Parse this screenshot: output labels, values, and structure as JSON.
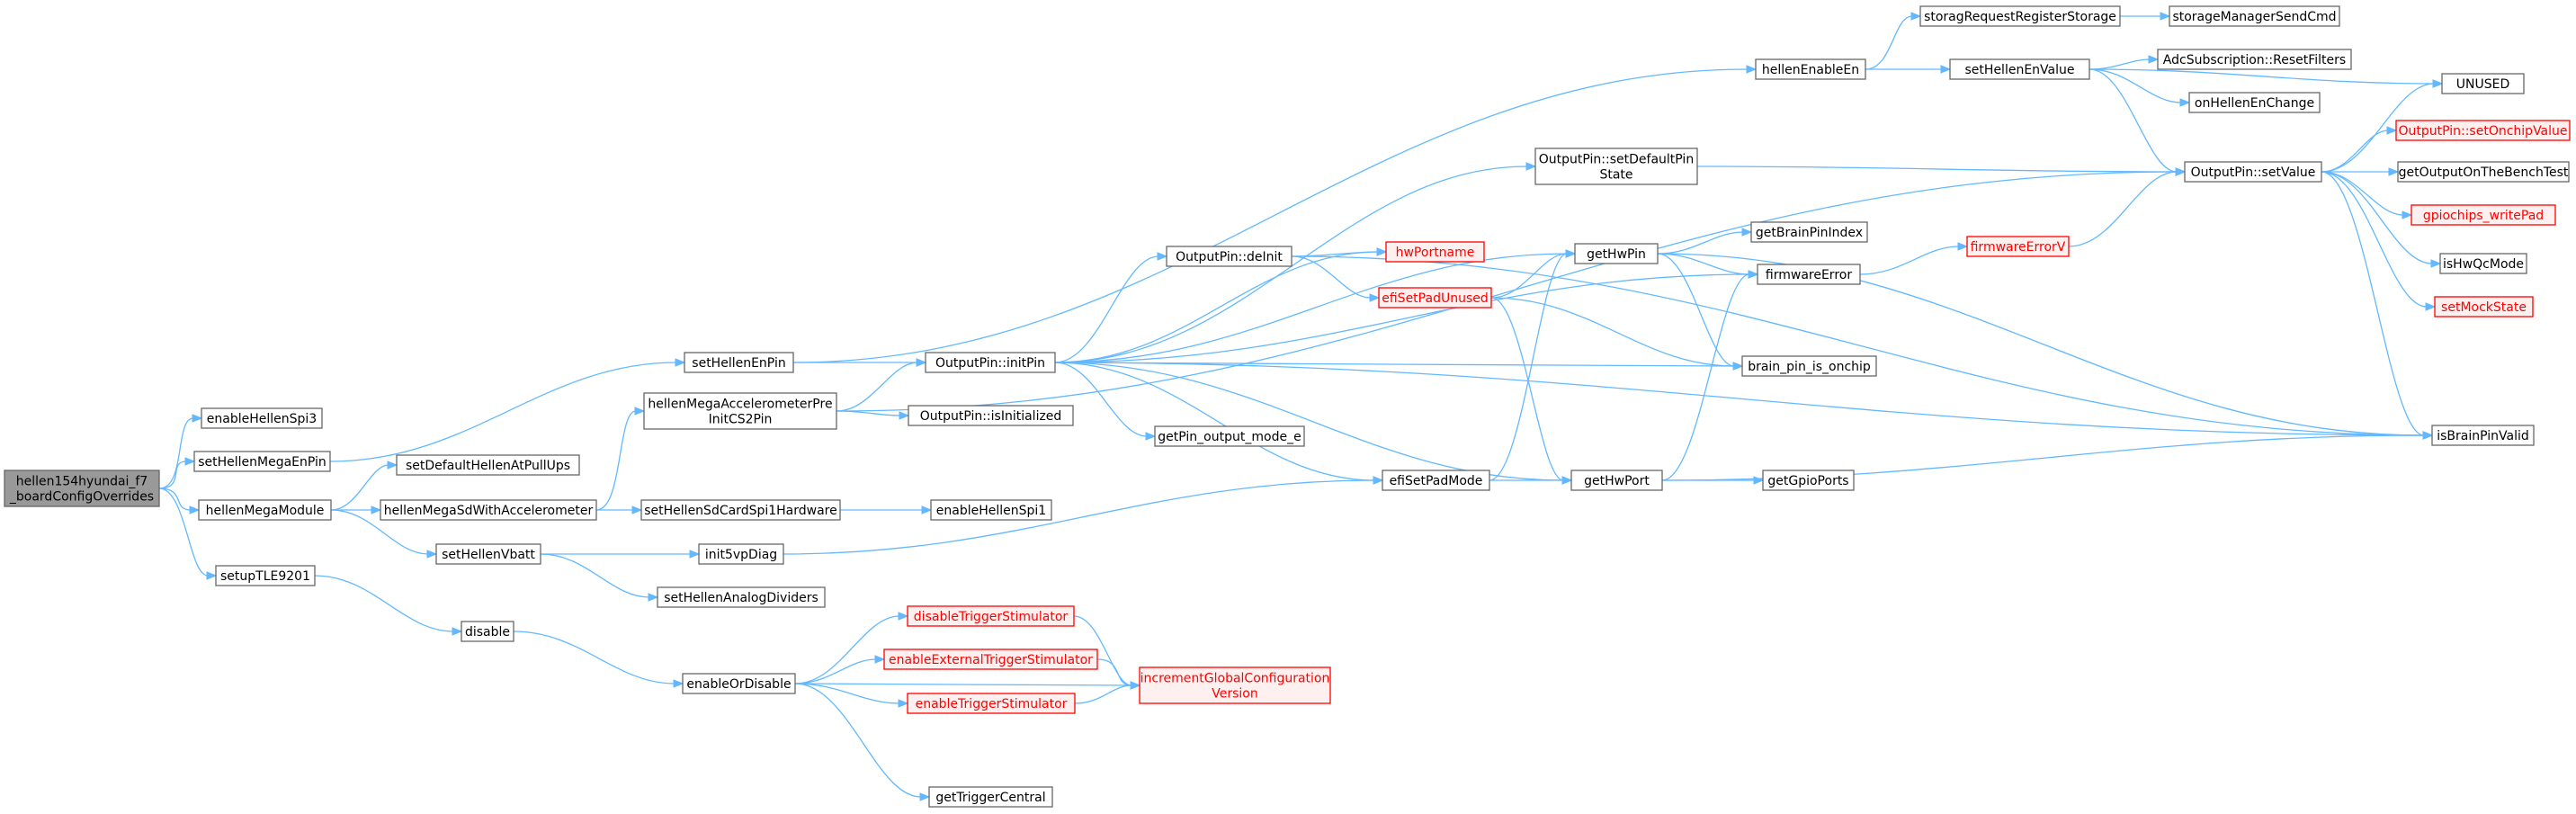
{
  "nodes": [
    {
      "id": "root",
      "lines": [
        "hellen154hyundai_f7",
        "_boardConfigOverrides"
      ],
      "style": "root"
    },
    {
      "id": "enableHellenSpi3",
      "lines": [
        "enableHellenSpi3"
      ],
      "style": "normal"
    },
    {
      "id": "setHellenMegaEnPin",
      "lines": [
        "setHellenMegaEnPin"
      ],
      "style": "normal"
    },
    {
      "id": "hellenMegaModule",
      "lines": [
        "hellenMegaModule"
      ],
      "style": "normal"
    },
    {
      "id": "setupTLE9201",
      "lines": [
        "setupTLE9201"
      ],
      "style": "normal"
    },
    {
      "id": "setHellenEnPin",
      "lines": [
        "setHellenEnPin"
      ],
      "style": "normal"
    },
    {
      "id": "hellenMegaAccel",
      "lines": [
        "hellenMegaAccelerometerPre",
        "InitCS2Pin"
      ],
      "style": "normal"
    },
    {
      "id": "setDefaultHellenAtPullUps",
      "lines": [
        "setDefaultHellenAtPullUps"
      ],
      "style": "normal"
    },
    {
      "id": "hellenMegaSdWithAccelerometer",
      "lines": [
        "hellenMegaSdWithAccelerometer"
      ],
      "style": "normal"
    },
    {
      "id": "setHellenVbatt",
      "lines": [
        "setHellenVbatt"
      ],
      "style": "normal"
    },
    {
      "id": "disable",
      "lines": [
        "disable"
      ],
      "style": "normal"
    },
    {
      "id": "setHellenSdCardSpi1Hardware",
      "lines": [
        "setHellenSdCardSpi1Hardware"
      ],
      "style": "normal"
    },
    {
      "id": "init5vpDiag",
      "lines": [
        "init5vpDiag"
      ],
      "style": "normal"
    },
    {
      "id": "setHellenAnalogDividers",
      "lines": [
        "setHellenAnalogDividers"
      ],
      "style": "normal"
    },
    {
      "id": "enableOrDisable",
      "lines": [
        "enableOrDisable"
      ],
      "style": "normal"
    },
    {
      "id": "hellenEnableEn",
      "lines": [
        "hellenEnableEn"
      ],
      "style": "normal"
    },
    {
      "id": "OutputPin_initPin",
      "lines": [
        "OutputPin::initPin"
      ],
      "style": "normal"
    },
    {
      "id": "OutputPin_isInitialized",
      "lines": [
        "OutputPin::isInitialized"
      ],
      "style": "normal"
    },
    {
      "id": "enableHellenSpi1",
      "lines": [
        "enableHellenSpi1"
      ],
      "style": "normal"
    },
    {
      "id": "disableTriggerStimulator",
      "lines": [
        "disableTriggerStimulator"
      ],
      "style": "red"
    },
    {
      "id": "enableExternalTriggerStimulator",
      "lines": [
        "enableExternalTriggerStimulator"
      ],
      "style": "red"
    },
    {
      "id": "enableTriggerStimulator",
      "lines": [
        "enableTriggerStimulator"
      ],
      "style": "red"
    },
    {
      "id": "getTriggerCentral",
      "lines": [
        "getTriggerCentral"
      ],
      "style": "normal"
    },
    {
      "id": "OutputPin_deInit",
      "lines": [
        "OutputPin::deInit"
      ],
      "style": "normal"
    },
    {
      "id": "getPin_output_mode_e",
      "lines": [
        "getPin_output_mode_e"
      ],
      "style": "normal"
    },
    {
      "id": "efiSetPadMode",
      "lines": [
        "efiSetPadMode"
      ],
      "style": "normal"
    },
    {
      "id": "incrementGlobalConfigurationVersion",
      "lines": [
        "incrementGlobalConfiguration",
        "Version"
      ],
      "style": "red"
    },
    {
      "id": "hwPortname",
      "lines": [
        "hwPortname"
      ],
      "style": "red"
    },
    {
      "id": "efiSetPadUnused",
      "lines": [
        "efiSetPadUnused"
      ],
      "style": "red"
    },
    {
      "id": "OutputPin_setDefaultPinState",
      "lines": [
        "OutputPin::setDefaultPin",
        "State"
      ],
      "style": "normal"
    },
    {
      "id": "getHwPin",
      "lines": [
        "getHwPin"
      ],
      "style": "normal"
    },
    {
      "id": "getHwPort",
      "lines": [
        "getHwPort"
      ],
      "style": "normal"
    },
    {
      "id": "storagRequestRegisterStorage",
      "lines": [
        "storagRequestRegisterStorage"
      ],
      "style": "normal"
    },
    {
      "id": "setHellenEnValue",
      "lines": [
        "setHellenEnValue"
      ],
      "style": "normal"
    },
    {
      "id": "getBrainPinIndex",
      "lines": [
        "getBrainPinIndex"
      ],
      "style": "normal"
    },
    {
      "id": "firmwareError",
      "lines": [
        "firmwareError"
      ],
      "style": "normal"
    },
    {
      "id": "brain_pin_is_onchip",
      "lines": [
        "brain_pin_is_onchip"
      ],
      "style": "normal"
    },
    {
      "id": "getGpioPorts",
      "lines": [
        "getGpioPorts"
      ],
      "style": "normal"
    },
    {
      "id": "firmwareErrorV",
      "lines": [
        "firmwareErrorV"
      ],
      "style": "red"
    },
    {
      "id": "storageManagerSendCmd",
      "lines": [
        "storageManagerSendCmd"
      ],
      "style": "normal"
    },
    {
      "id": "AdcSubscription_ResetFilters",
      "lines": [
        "AdcSubscription::ResetFilters"
      ],
      "style": "normal"
    },
    {
      "id": "onHellenEnChange",
      "lines": [
        "onHellenEnChange"
      ],
      "style": "normal"
    },
    {
      "id": "OutputPin_setValue",
      "lines": [
        "OutputPin::setValue"
      ],
      "style": "normal"
    },
    {
      "id": "UNUSED",
      "lines": [
        "UNUSED"
      ],
      "style": "normal"
    },
    {
      "id": "OutputPin_setOnchipValue",
      "lines": [
        "OutputPin::setOnchipValue"
      ],
      "style": "red"
    },
    {
      "id": "getOutputOnTheBenchTest",
      "lines": [
        "getOutputOnTheBenchTest"
      ],
      "style": "normal"
    },
    {
      "id": "gpiochips_writePad",
      "lines": [
        "gpiochips_writePad"
      ],
      "style": "red"
    },
    {
      "id": "isHwQcMode",
      "lines": [
        "isHwQcMode"
      ],
      "style": "normal"
    },
    {
      "id": "setMockState",
      "lines": [
        "setMockState"
      ],
      "style": "red"
    },
    {
      "id": "isBrainPinValid",
      "lines": [
        "isBrainPinValid"
      ],
      "style": "normal"
    }
  ],
  "edges": [
    [
      "root",
      "enableHellenSpi3"
    ],
    [
      "root",
      "setHellenMegaEnPin"
    ],
    [
      "root",
      "hellenMegaModule"
    ],
    [
      "root",
      "setupTLE9201"
    ],
    [
      "setHellenMegaEnPin",
      "setHellenEnPin"
    ],
    [
      "hellenMegaModule",
      "setDefaultHellenAtPullUps"
    ],
    [
      "hellenMegaModule",
      "hellenMegaSdWithAccelerometer"
    ],
    [
      "hellenMegaModule",
      "setHellenVbatt"
    ],
    [
      "hellenMegaSdWithAccelerometer",
      "hellenMegaAccel"
    ],
    [
      "hellenMegaSdWithAccelerometer",
      "setHellenSdCardSpi1Hardware"
    ],
    [
      "setHellenSdCardSpi1Hardware",
      "enableHellenSpi1"
    ],
    [
      "setHellenVbatt",
      "init5vpDiag"
    ],
    [
      "setHellenVbatt",
      "setHellenAnalogDividers"
    ],
    [
      "init5vpDiag",
      "efiSetPadMode"
    ],
    [
      "setupTLE9201",
      "disable"
    ],
    [
      "disable",
      "enableOrDisable"
    ],
    [
      "enableOrDisable",
      "disableTriggerStimulator"
    ],
    [
      "enableOrDisable",
      "enableExternalTriggerStimulator"
    ],
    [
      "enableOrDisable",
      "enableTriggerStimulator"
    ],
    [
      "enableOrDisable",
      "incrementGlobalConfigurationVersion"
    ],
    [
      "enableOrDisable",
      "getTriggerCentral"
    ],
    [
      "disableTriggerStimulator",
      "incrementGlobalConfigurationVersion"
    ],
    [
      "enableExternalTriggerStimulator",
      "incrementGlobalConfigurationVersion"
    ],
    [
      "enableTriggerStimulator",
      "incrementGlobalConfigurationVersion"
    ],
    [
      "setHellenEnPin",
      "hellenEnableEn"
    ],
    [
      "setHellenEnPin",
      "OutputPin_initPin"
    ],
    [
      "hellenMegaAccel",
      "OutputPin_initPin"
    ],
    [
      "hellenMegaAccel",
      "OutputPin_isInitialized"
    ],
    [
      "hellenMegaAccel",
      "OutputPin_setValue"
    ],
    [
      "OutputPin_initPin",
      "OutputPin_setDefaultPinState"
    ],
    [
      "OutputPin_initPin",
      "firmwareError"
    ],
    [
      "OutputPin_initPin",
      "getHwPin"
    ],
    [
      "OutputPin_initPin",
      "hwPortname"
    ],
    [
      "OutputPin_initPin",
      "OutputPin_deInit"
    ],
    [
      "OutputPin_initPin",
      "getPin_output_mode_e"
    ],
    [
      "OutputPin_initPin",
      "efiSetPadMode"
    ],
    [
      "OutputPin_initPin",
      "brain_pin_is_onchip"
    ],
    [
      "OutputPin_initPin",
      "getHwPort"
    ],
    [
      "OutputPin_initPin",
      "isBrainPinValid"
    ],
    [
      "OutputPin_deInit",
      "hwPortname"
    ],
    [
      "OutputPin_deInit",
      "efiSetPadUnused"
    ],
    [
      "OutputPin_deInit",
      "isBrainPinValid"
    ],
    [
      "efiSetPadUnused",
      "getHwPin"
    ],
    [
      "efiSetPadUnused",
      "brain_pin_is_onchip"
    ],
    [
      "efiSetPadUnused",
      "getHwPort"
    ],
    [
      "efiSetPadMode",
      "getHwPin"
    ],
    [
      "efiSetPadMode",
      "getHwPort"
    ],
    [
      "getHwPin",
      "getBrainPinIndex"
    ],
    [
      "getHwPin",
      "firmwareError"
    ],
    [
      "getHwPin",
      "brain_pin_is_onchip"
    ],
    [
      "getHwPin",
      "isBrainPinValid"
    ],
    [
      "getHwPort",
      "firmwareError"
    ],
    [
      "getHwPort",
      "getGpioPorts"
    ],
    [
      "getHwPort",
      "isBrainPinValid"
    ],
    [
      "firmwareError",
      "firmwareErrorV"
    ],
    [
      "firmwareErrorV",
      "OutputPin_setValue"
    ],
    [
      "hellenEnableEn",
      "storagRequestRegisterStorage"
    ],
    [
      "hellenEnableEn",
      "setHellenEnValue"
    ],
    [
      "storagRequestRegisterStorage",
      "storageManagerSendCmd"
    ],
    [
      "setHellenEnValue",
      "AdcSubscription_ResetFilters"
    ],
    [
      "setHellenEnValue",
      "onHellenEnChange"
    ],
    [
      "setHellenEnValue",
      "OutputPin_setValue"
    ],
    [
      "setHellenEnValue",
      "UNUSED"
    ],
    [
      "OutputPin_setDefaultPinState",
      "OutputPin_setValue"
    ],
    [
      "OutputPin_setValue",
      "UNUSED"
    ],
    [
      "OutputPin_setValue",
      "OutputPin_setOnchipValue"
    ],
    [
      "OutputPin_setValue",
      "getOutputOnTheBenchTest"
    ],
    [
      "OutputPin_setValue",
      "gpiochips_writePad"
    ],
    [
      "OutputPin_setValue",
      "isHwQcMode"
    ],
    [
      "OutputPin_setValue",
      "setMockState"
    ],
    [
      "OutputPin_setValue",
      "isBrainPinValid"
    ]
  ],
  "colors": {
    "edge": "#63b8ff",
    "normal_fill": "#ffffff",
    "normal_stroke": "#666666",
    "red_fill": "#fff0f0",
    "red_stroke": "#ff0000",
    "root_fill": "#999999",
    "root_stroke": "#666666"
  }
}
